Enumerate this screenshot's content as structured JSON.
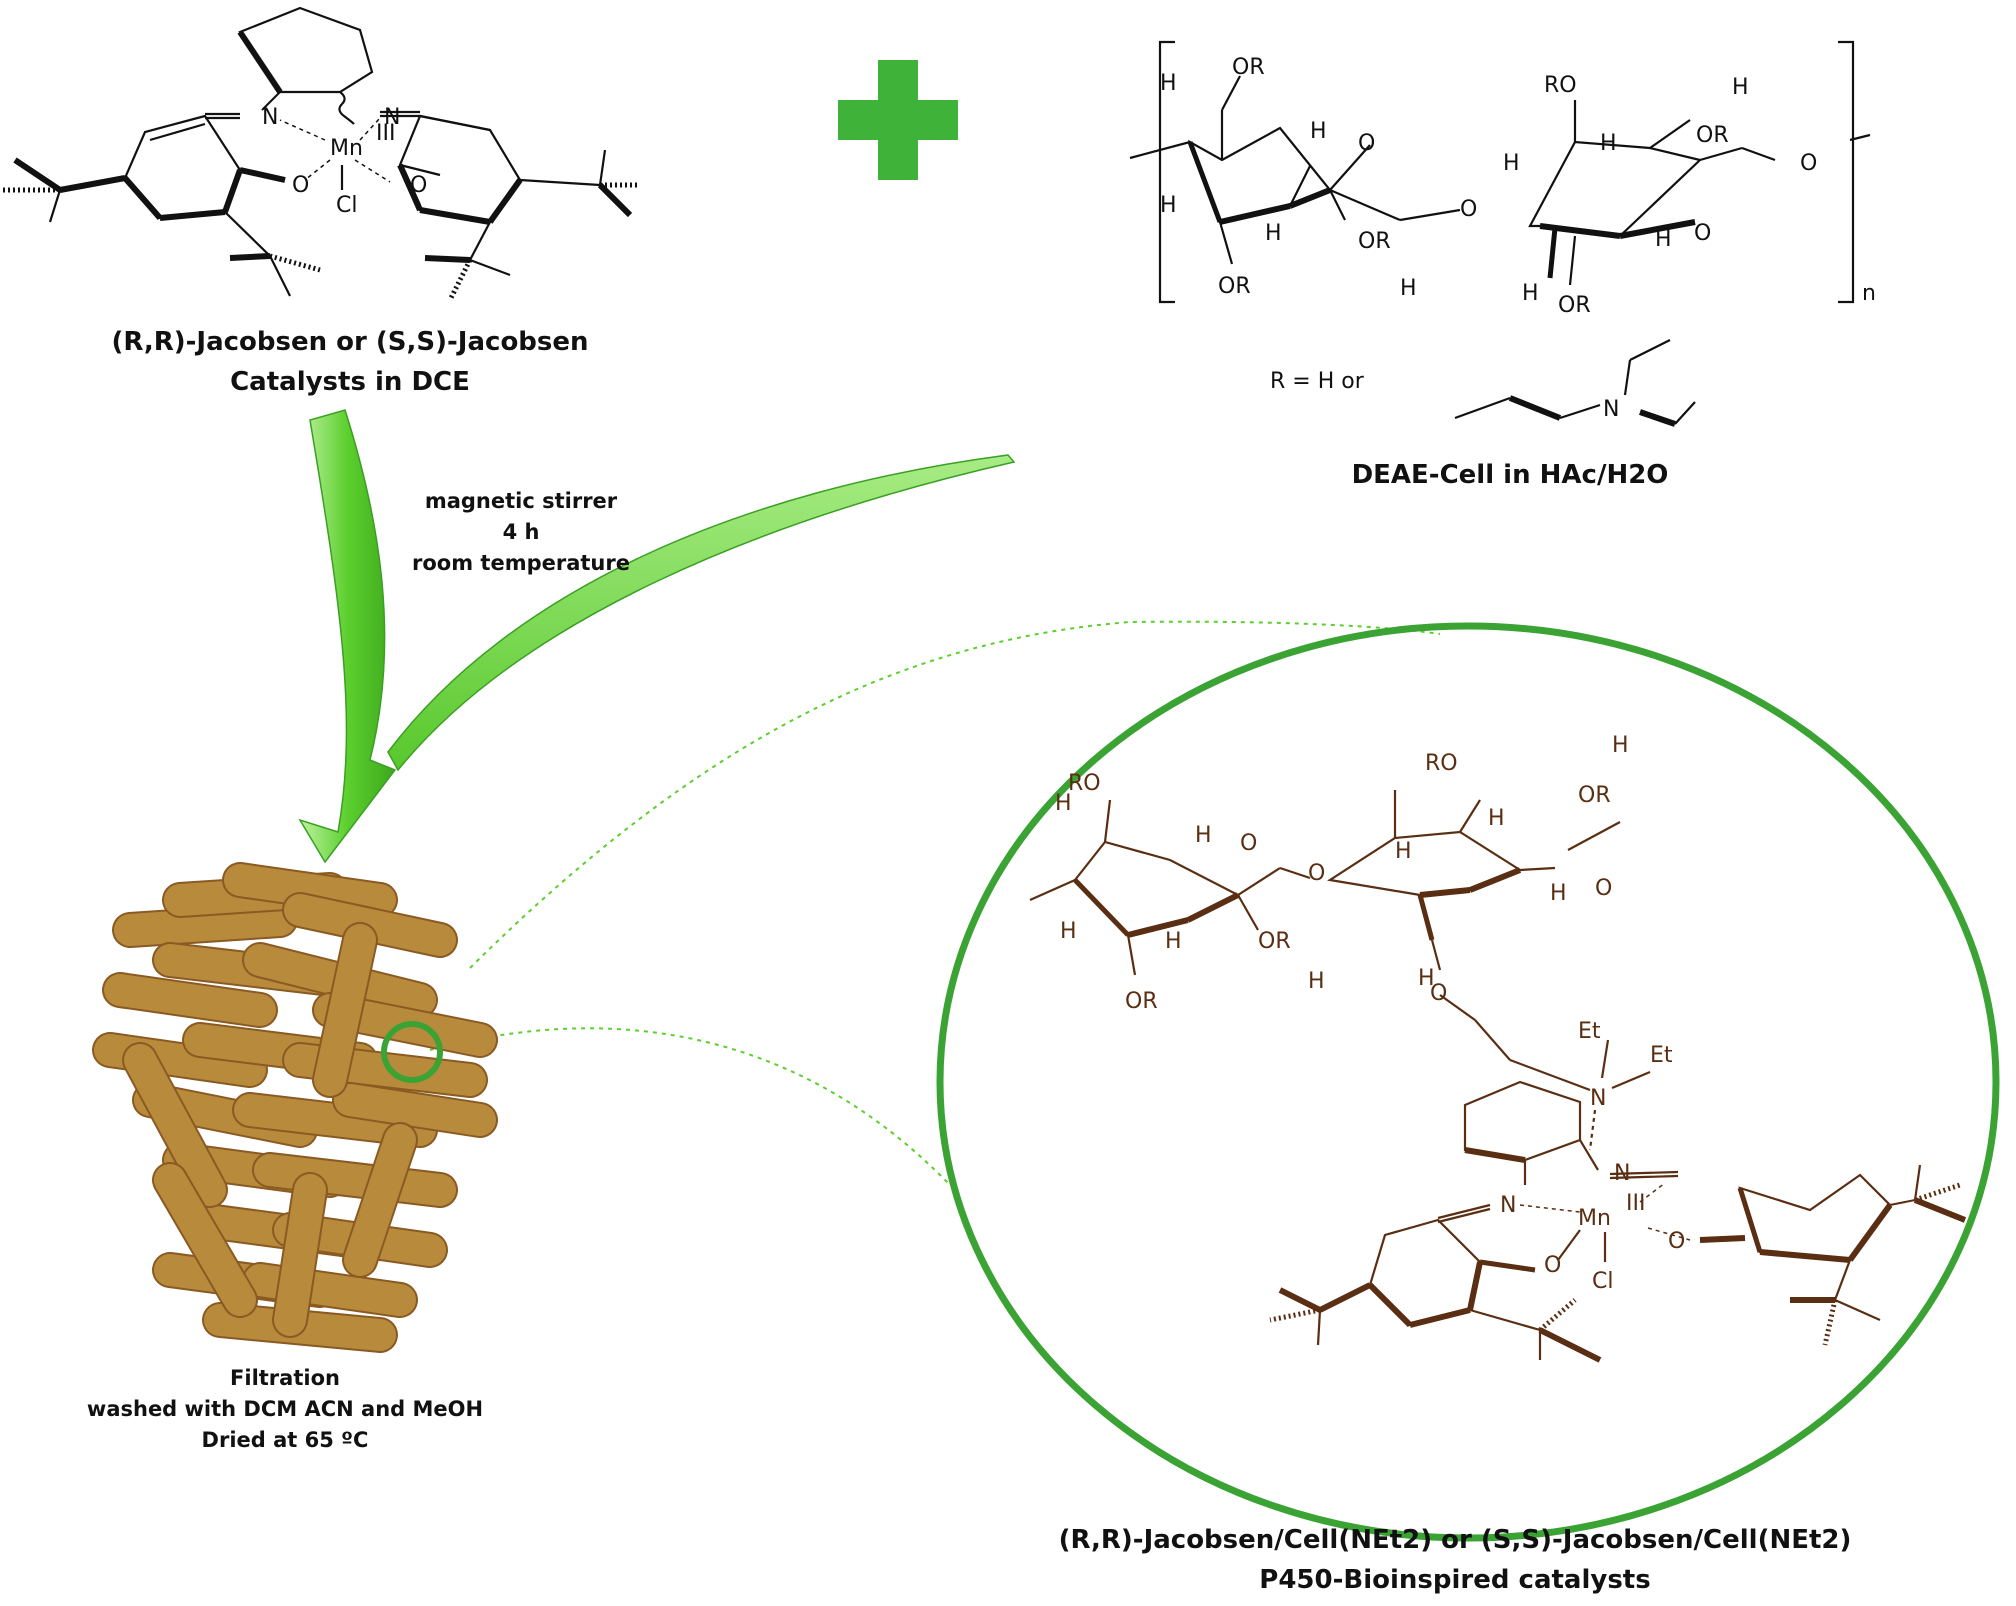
{
  "jacobsen": {
    "caption_line1": "(R,R)-Jacobsen or (S,S)-Jacobsen",
    "caption_line2": "Catalysts in DCE",
    "atoms": {
      "n1": "N",
      "n2": "N",
      "mn": "Mn",
      "mn_ox": "III",
      "o1": "O",
      "o2": "O",
      "cl": "Cl"
    }
  },
  "plus_icon": {
    "name": "plus-icon",
    "color": "#3fb23a"
  },
  "cellulose": {
    "caption": "DEAE-Cell in HAc/H2O",
    "r_def": "R = H or",
    "repeat_n": "n",
    "atoms": {
      "or": "OR",
      "ro": "RO",
      "h": "H",
      "o": "O"
    }
  },
  "conditions": {
    "line1": "magnetic stirrer",
    "line2": "4 h",
    "line3": "room temperature"
  },
  "filtration": {
    "line1": "Filtration",
    "line2": "washed with DCM ACN and MeOH",
    "line3": "Dried at 65 ºC"
  },
  "product": {
    "caption_line1": "(R,R)-Jacobsen/Cell(NEt2) or (S,S)-Jacobsen/Cell(NEt2)",
    "caption_line2": "P450-Bioinspired catalysts",
    "atoms": {
      "et": "Et",
      "n": "N",
      "mn": "Mn",
      "mn_ox": "III",
      "cl": "Cl",
      "o": "O",
      "or": "OR",
      "ro": "RO",
      "h": "H"
    }
  },
  "colors": {
    "arrow_green": "#5ccf2e",
    "circle_green": "#3aa334",
    "fiber": "#b88a3c",
    "fiber_edge": "#8a5a22",
    "product_brown": "#5a2e12"
  }
}
